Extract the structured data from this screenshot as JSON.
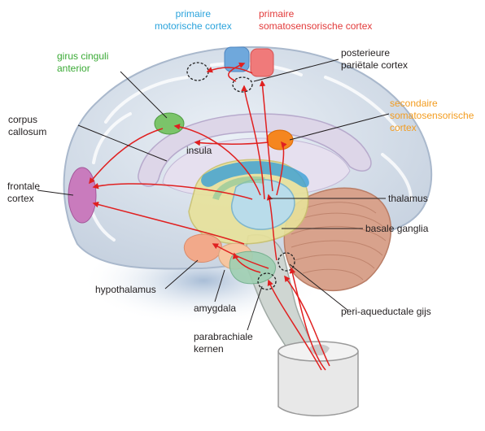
{
  "labels": {
    "primary_motor": [
      "primaire",
      "motorische cortex"
    ],
    "primary_somato": [
      "primaire",
      "somatosensorische cortex"
    ],
    "cingulate": [
      "girus cinguli",
      "anterior"
    ],
    "posterior_parietal": [
      "posterieure",
      "pariëtale cortex"
    ],
    "secondary_somato": [
      "secondaire",
      "somatosensorische",
      "cortex"
    ],
    "corpus_callosum": [
      "corpus",
      "callosum"
    ],
    "insula": "insula",
    "frontal": [
      "frontale",
      "cortex"
    ],
    "thalamus": "thalamus",
    "basal_ganglia": "basale ganglia",
    "hypothalamus": "hypothalamus",
    "amygdala": "amygdala",
    "pag": "peri-aqueductale gijs",
    "parabrachial": [
      "parabrachiale",
      "kernen"
    ]
  },
  "colors": {
    "motor": "#2aa3dc",
    "somatosensory": "#e23a3a",
    "cingulate": "#3aaa35",
    "secondary": "#f39c1f",
    "pathway": "#e02020",
    "text": "#231f20"
  }
}
